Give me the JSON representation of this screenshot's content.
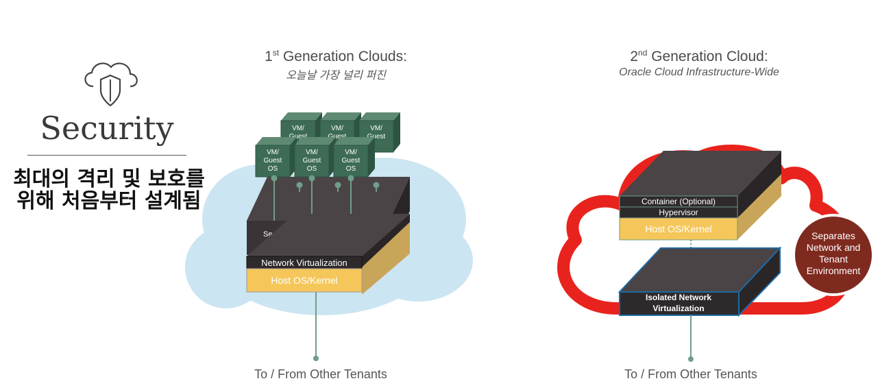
{
  "left": {
    "title": "Security",
    "subtitle_line1": "최대의 격리 및 보호를",
    "subtitle_line2": "위해 처음부터 설계됨"
  },
  "gen1": {
    "heading_num": "1",
    "heading_sup": "st",
    "heading_rest": " Generation Clouds:",
    "subheading": "오늘날 가장 널리 퍼진",
    "vm_label_line1": "VM/",
    "vm_label_line2": "Guest",
    "vm_label_line3": "OS",
    "partial_label": "Se",
    "network_layer": "Network Virtualization",
    "host_layer": "Host OS/Kernel",
    "footer": "To / From Other Tenants"
  },
  "gen2": {
    "heading_num": "2",
    "heading_sup": "nd",
    "heading_rest": " Generation Cloud:",
    "subheading": "Oracle Cloud Infrastructure-Wide",
    "container_layer": "Container (Optional)",
    "hypervisor_layer": "Hypervisor",
    "host_layer": "Host OS/Kernel",
    "isolated_line1": "Isolated Network",
    "isolated_line2": "Virtualization",
    "separates_line1": "Separates",
    "separates_line2": "Network and",
    "separates_line3": "Tenant",
    "separates_line4": "Environment",
    "footer": "To / From Other Tenants"
  },
  "icons": {
    "security": "cloud-shield-icon"
  },
  "colors": {
    "cloud_blue": "#c7e3f1",
    "cloud_red": "#e8231d",
    "box_dark": "#4a4446",
    "host_yellow": "#f5c75a",
    "box_side_gold": "#c9a55a",
    "vm_green": "#3d6b55",
    "connector_green": "#6f9e88",
    "separates_circle": "#7f2a1f",
    "isolated_border": "#1f6aa3"
  }
}
